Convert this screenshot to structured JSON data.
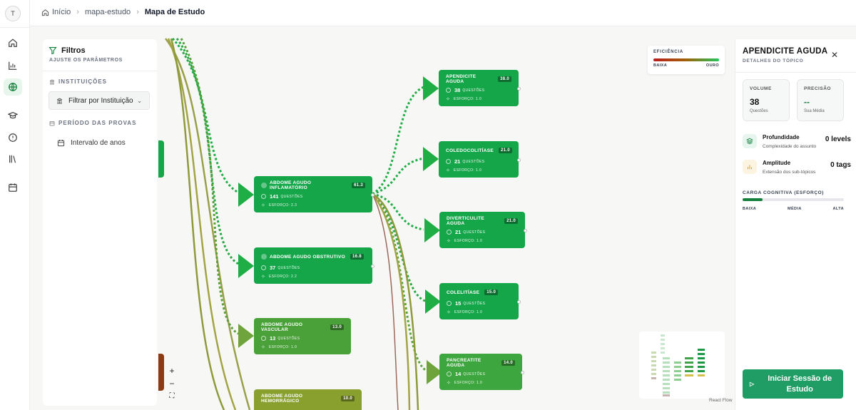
{
  "rail": {
    "avatar": "T",
    "items": [
      {
        "icon": "home-icon"
      },
      {
        "icon": "chart-icon"
      },
      {
        "icon": "globe-icon",
        "active": true
      },
      {
        "icon": "graduation-cap-icon"
      },
      {
        "icon": "alert-circle-icon"
      },
      {
        "icon": "library-icon"
      },
      {
        "icon": "calendar-icon"
      }
    ]
  },
  "breadcrumb": {
    "home": "Início",
    "section": "mapa-estudo",
    "current": "Mapa de Estudo"
  },
  "filters": {
    "title": "Filtros",
    "subtitle": "AJUSTE OS PARÂMETROS",
    "institutions_label": "INSTITUIÇÕES",
    "institution_select": "Filtrar por Instituição",
    "period_label": "PERÍODO DAS PROVAS",
    "range_label": "Intervalo de anos"
  },
  "legend": {
    "title": "EFICIÊNCIA",
    "low": "BAIXA",
    "high": "OURO"
  },
  "nodes": [
    {
      "title": "ABDOME AGUDO INFLAMATÓRIO",
      "score": "61.3",
      "count": "141",
      "count_label": "QUESTÕES",
      "effort": "ESFORÇO: 2.3"
    },
    {
      "title": "ABDOME AGUDO OBSTRUTIVO",
      "score": "16.8",
      "count": "37",
      "count_label": "QUESTÕES",
      "effort": "ESFORÇO: 2.2"
    },
    {
      "title": "ABDOME AGUDO VASCULAR",
      "score": "13.0",
      "count": "13",
      "count_label": "QUESTÕES",
      "effort": "ESFORÇO: 1.0"
    },
    {
      "title": "ABDOME AGUDO HEMORRÁGICO",
      "score": "10.0"
    },
    {
      "title": "APENDICITE AGUDA",
      "score": "38.0",
      "count": "38",
      "count_label": "QUESTÕES",
      "effort": "ESFORÇO: 1.0"
    },
    {
      "title": "COLEDOCOLITÍASE",
      "score": "21.0",
      "count": "21",
      "count_label": "QUESTÕES",
      "effort": "ESFORÇO: 1.0"
    },
    {
      "title": "DIVERTICULITE AGUDA",
      "score": "21.0",
      "count": "21",
      "count_label": "QUESTÕES",
      "effort": "ESFORÇO: 1.0"
    },
    {
      "title": "COLELITÍASE",
      "score": "15.0",
      "count": "15",
      "count_label": "QUESTÕES",
      "effort": "ESFORÇO: 1.0"
    },
    {
      "title": "PANCREATITE AGUDA",
      "score": "14.0",
      "count": "14",
      "count_label": "QUESTÕES",
      "effort": "ESFORÇO: 1.0"
    }
  ],
  "zoom": {
    "in": "+",
    "out": "−",
    "fit": "⛶"
  },
  "attribution": "React Flow",
  "panel": {
    "title": "APENDICITE AGUDA",
    "subtitle": "DETALHES DO TÓPICO",
    "close": "✕",
    "volume": {
      "label": "VOLUME",
      "value": "38",
      "sub": "Questões"
    },
    "precision": {
      "label": "PRECISÃO",
      "value": "--",
      "sub": "Sua Média"
    },
    "depth": {
      "name": "Profundidade",
      "desc": "Complexidade do assunto",
      "value": "0 levels"
    },
    "breadth": {
      "name": "Amplitude",
      "desc": "Extensão dos sub-tópicos",
      "value": "0 tags"
    },
    "load": {
      "title": "CARGA COGNITIVA (ESFORÇO)",
      "fraction": 0.2,
      "low": "BAIXA",
      "mid": "MÉDIA",
      "high": "ALTA"
    },
    "start_button": "Iniciar Sessão de Estudo"
  },
  "colors": {
    "green": "#16a64a",
    "mid_green": "#4aa13a",
    "olive": "#8aa02e",
    "button": "#1f9d65"
  }
}
